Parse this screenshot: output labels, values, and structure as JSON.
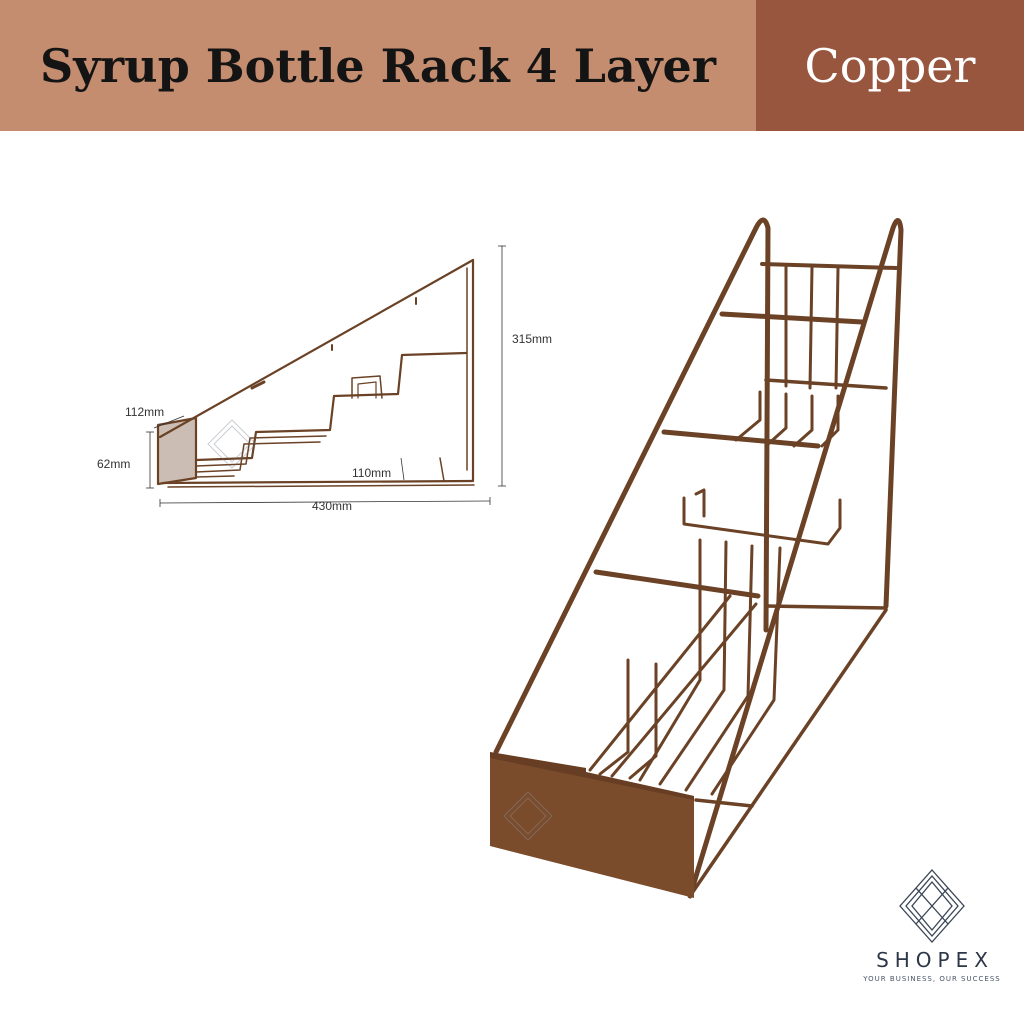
{
  "banner": {
    "title": "Syrup Bottle Rack 4 Layer",
    "variant": "Copper",
    "left_color": "#c48d70",
    "right_color": "#98563e"
  },
  "diagram": {
    "dimensions": {
      "depth": "112mm",
      "front_height": "62mm",
      "step": "110mm",
      "height": "315mm",
      "length": "430mm"
    }
  },
  "product": {
    "wire_color": "#6b4226",
    "plate_color": "#7a4c2c"
  },
  "logo": {
    "name": "SHOPEX",
    "tagline": "YOUR BUSINESS, OUR SUCCESS",
    "icon": "diamond-lattice-icon"
  }
}
